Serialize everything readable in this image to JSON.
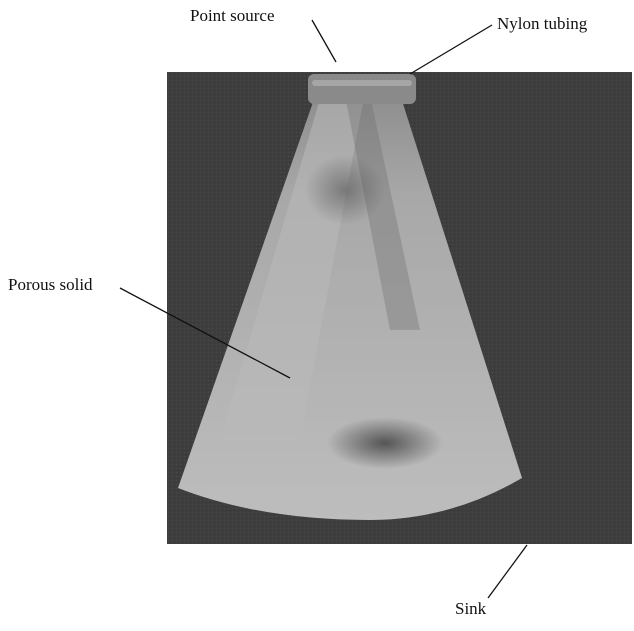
{
  "figure": {
    "labels": {
      "point_source": "Point source",
      "nylon_tubing": "Nylon tubing",
      "porous_solid": "Porous solid",
      "sink": "Sink"
    },
    "colors": {
      "background_panel": "#3c3c3c",
      "porous_solid": "#b4b4b4",
      "tubing": "#8a8a8a",
      "leader_lines": "#111111"
    }
  }
}
